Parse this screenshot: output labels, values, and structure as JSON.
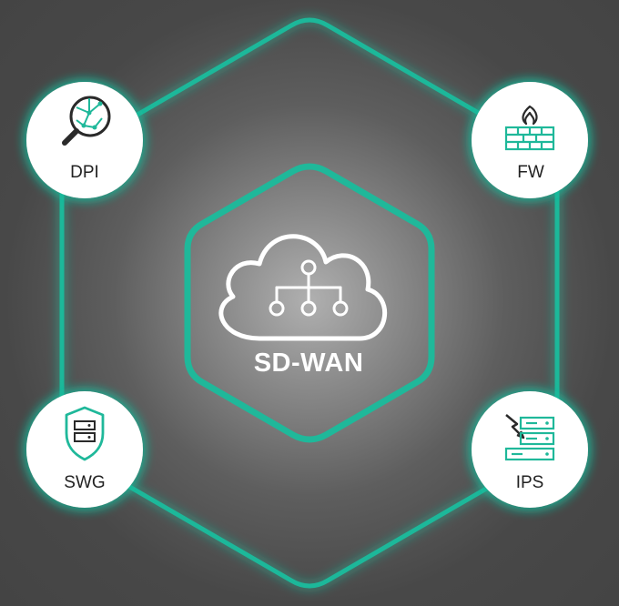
{
  "center": {
    "label": "SD-WAN",
    "icon": "cloud-network-icon"
  },
  "nodes": [
    {
      "id": "dpi",
      "label": "DPI",
      "icon": "magnifier-network-icon"
    },
    {
      "id": "fw",
      "label": "FW",
      "icon": "firewall-flame-icon"
    },
    {
      "id": "swg",
      "label": "SWG",
      "icon": "shield-server-icon"
    },
    {
      "id": "ips",
      "label": "IPS",
      "icon": "server-alert-icon"
    }
  ],
  "colors": {
    "accent": "#1fb89a",
    "node_fill": "#ffffff",
    "label_text": "#222222",
    "center_text": "#ffffff"
  }
}
